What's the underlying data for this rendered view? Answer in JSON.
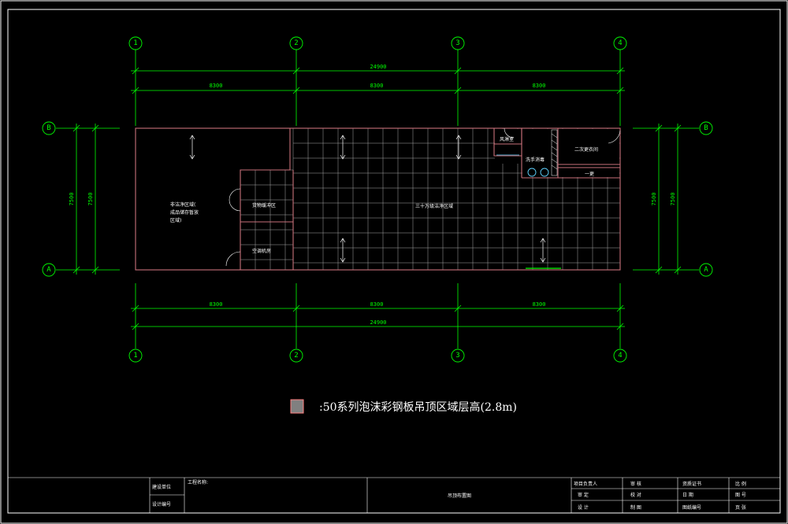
{
  "grid": {
    "columns": [
      "1",
      "2",
      "3",
      "4"
    ],
    "rows": [
      "B",
      "A"
    ]
  },
  "dimensions": {
    "total": "24900",
    "span": "8300",
    "depth": "7500"
  },
  "rooms": {
    "non_clean_l1": "非洁净区域(",
    "non_clean_l2": "成品储存暂放",
    "non_clean_l3": "区域)",
    "cargo_buffer": "货物缓冲区",
    "air_handling": "空调机房",
    "clean_area": "三十万级洁净区域",
    "air_shower": "风淋室",
    "wash_disinfect": "洗手消毒",
    "second_change": "二次更衣间",
    "first_change": "一更"
  },
  "legend": {
    "label": ":50系列泡沫彩钢板吊顶区域层高(2.8m)",
    "swatch_color": "#808080"
  },
  "title_block": {
    "col1_r1": "建设单位",
    "col1_r2": "设计编号",
    "project_name": "工程名称:",
    "drawing_title": "吊顶布置图",
    "c1": "项目负责人",
    "c2": "审 定",
    "c3": "设 计",
    "c4": "审 核",
    "c5": "校 对",
    "c6": "制 图",
    "c7": "资质证书",
    "c8": "日 期",
    "c9": "图纸编号",
    "c10": "比 例",
    "c11": "图 号",
    "c12": "页 张"
  },
  "colors": {
    "grid_line": "#00ff00",
    "wall": "#c8707a",
    "tile": "#aaaaaa",
    "frame": "#ffffff"
  }
}
